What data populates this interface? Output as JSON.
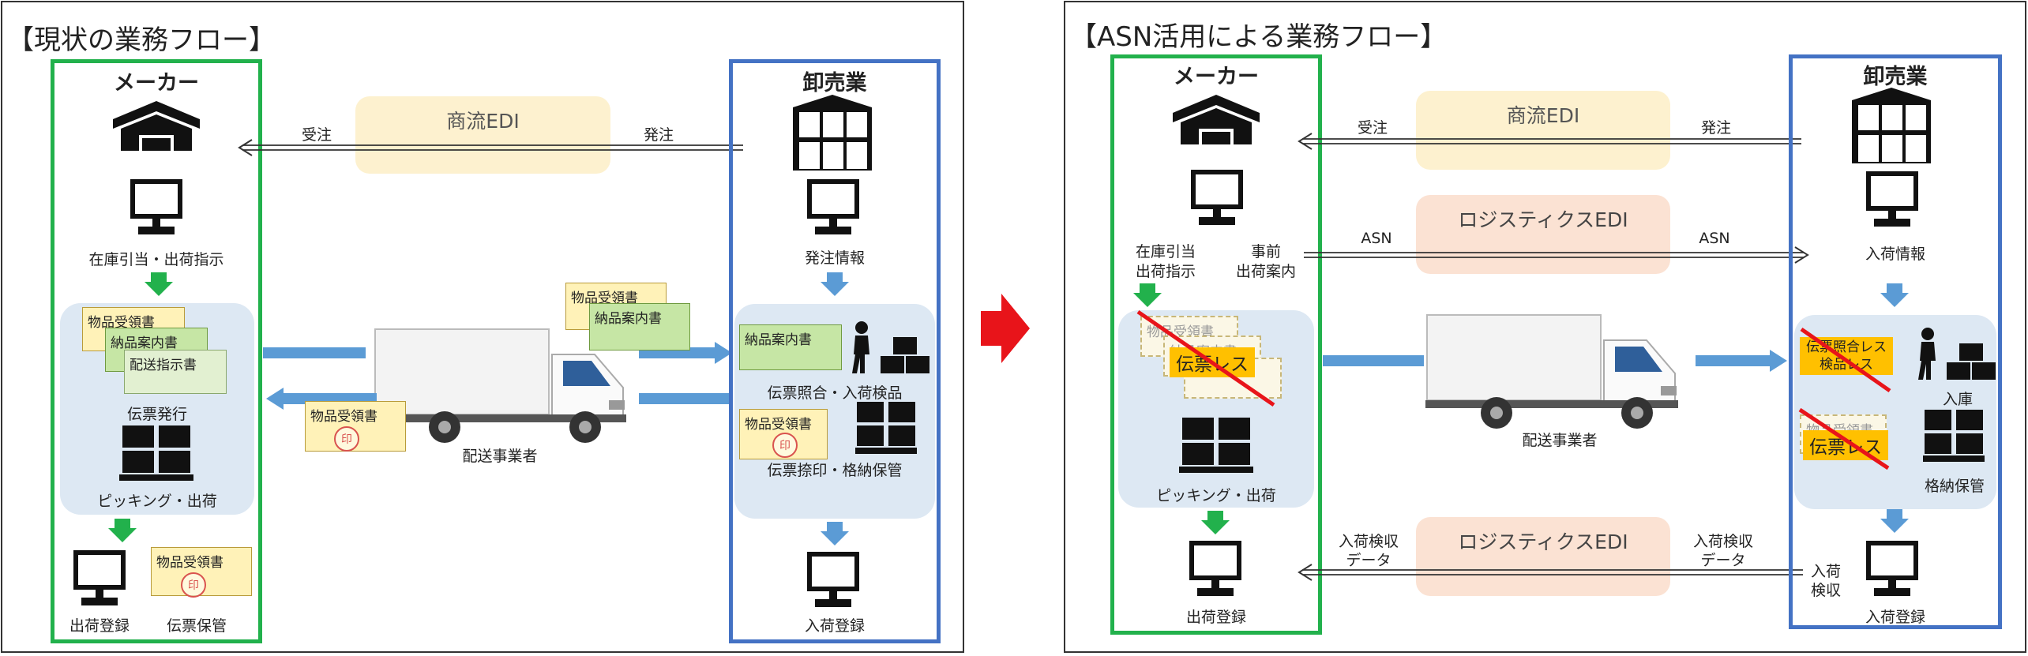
{
  "left": {
    "title": "【現状の業務フロー】",
    "maker": {
      "heading": "メーカー",
      "stock_label": "在庫引当・出荷指示",
      "slip_label": "伝票発行",
      "picking_label": "ピッキング・出荷",
      "ship_reg_label": "出荷登録",
      "slip_store_label": "伝票保管"
    },
    "wholesaler": {
      "heading": "卸売業",
      "order_info_label": "発注情報",
      "inspect_label": "伝票照合・入荷検品",
      "stamp_label": "伝票捺印・格納保管",
      "receive_reg_label": "入荷登録"
    },
    "edi": {
      "label": "商流EDI",
      "receive": "受注",
      "order": "発注"
    },
    "carrier_label": "配送事業者",
    "docs": {
      "receipt": "物品受領書",
      "delivery_note": "納品案内書",
      "dispatch": "配送指示書",
      "stamp": "印"
    }
  },
  "right": {
    "title": "【ASN活用による業務フロー】",
    "maker": {
      "heading": "メーカー",
      "stock_label_1": "在庫引当",
      "stock_label_2": "出荷指示",
      "advance_label_1": "事前",
      "advance_label_2": "出荷案内",
      "picking_label": "ピッキング・出荷",
      "ship_reg_label": "出荷登録"
    },
    "wholesaler": {
      "heading": "卸売業",
      "receive_info_label": "入荷情報",
      "warehouse_in_label": "入庫",
      "storage_label": "格納保管",
      "receive_reg_label": "入荷登録",
      "inspect_1": "入荷",
      "inspect_2": "検収"
    },
    "edi": {
      "label": "商流EDI",
      "receive": "受注",
      "order": "発注"
    },
    "logi_edi_top": {
      "label": "ロジスティクスEDI",
      "asn_left": "ASN",
      "asn_right": "ASN"
    },
    "logi_edi_bottom": {
      "label": "ロジスティクスEDI",
      "left_1": "入荷検収",
      "left_2": "データ",
      "right_1": "入荷検収",
      "right_2": "データ"
    },
    "carrier_label": "配送事業者",
    "slipless": "伝票レス",
    "slipless_check_1": "伝票照合レス",
    "slipless_check_2": "検品レス",
    "ghost_receipt": "物品受領書",
    "ghost_note": "納品案内書",
    "ghost_receipt2": "物品受領書"
  },
  "colors": {
    "maker": "#22b14c",
    "wholesaler": "#4472c4",
    "arrow_green": "#22b14c",
    "arrow_blue": "#5b9bd5",
    "transition_arrow": "#e8141a",
    "strike": "#e8141a"
  }
}
